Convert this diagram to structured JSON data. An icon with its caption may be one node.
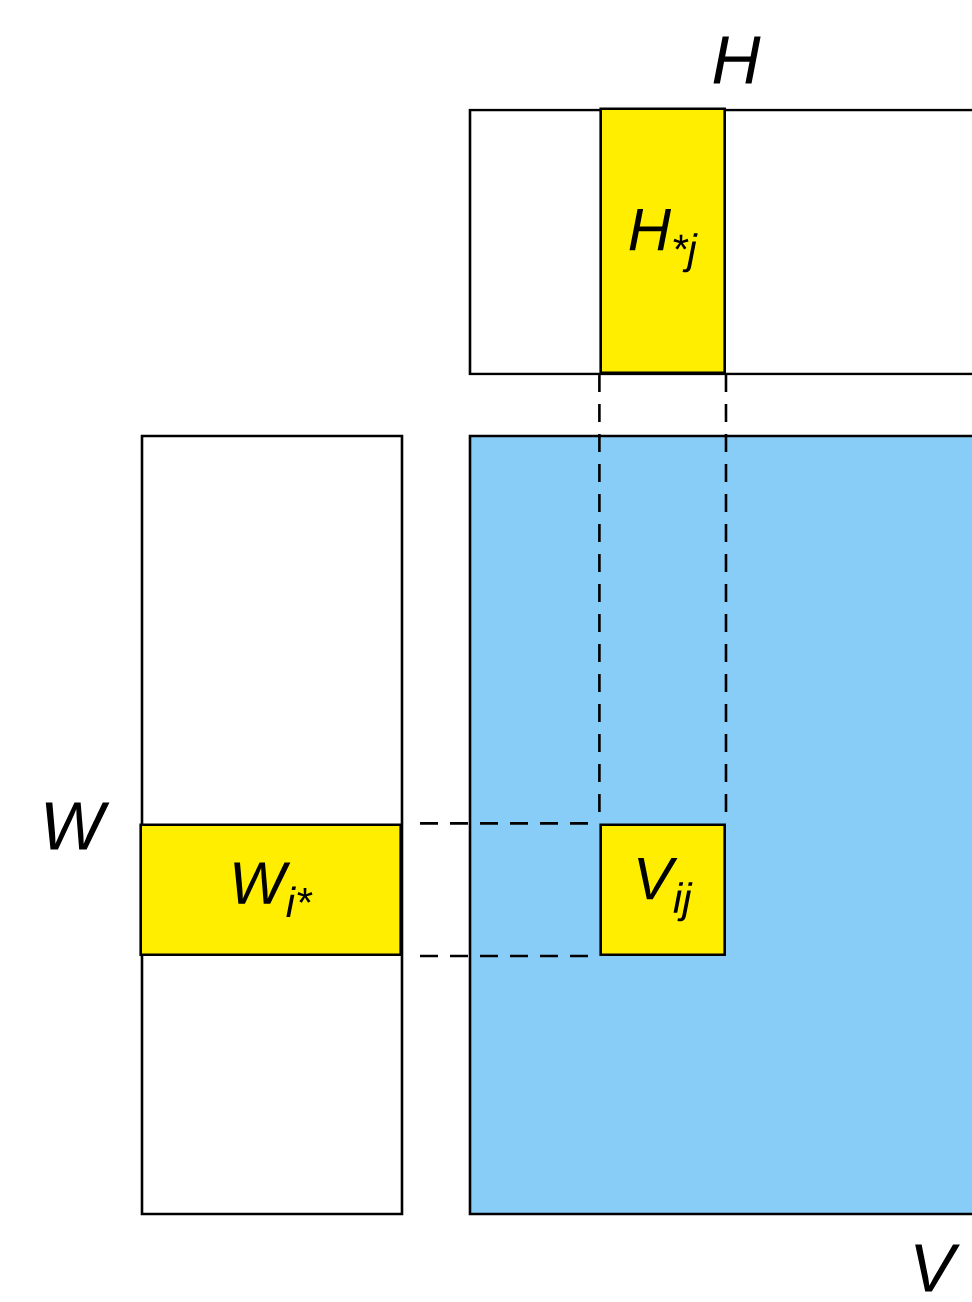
{
  "diagram": {
    "nodes": [
      {
        "text": [
          "H"
        ]
      },
      {
        "text": [
          "H$_{*j}$"
        ],
        "in": 0
      },
      {
        "text": [
          "W"
        ]
      },
      {
        "text": [
          "W$_{i*}$"
        ],
        "in": 2
      },
      {
        "text": [
          "V"
        ]
      },
      {
        "text": [
          "V$_{ij}$"
        ],
        "in": 4
      }
    ],
    "edges": [
      {
        "from": 1,
        "to": 5,
        "arrow": "none",
        "style": "dashed"
      },
      {
        "from": 1,
        "to": 5,
        "arrow": "none",
        "style": "dashed"
      },
      {
        "from": 3,
        "to": 5,
        "arrow": "none",
        "style": "dashed"
      },
      {
        "from": 3,
        "to": 5,
        "arrow": "none",
        "style": "dashed"
      }
    ]
  }
}
